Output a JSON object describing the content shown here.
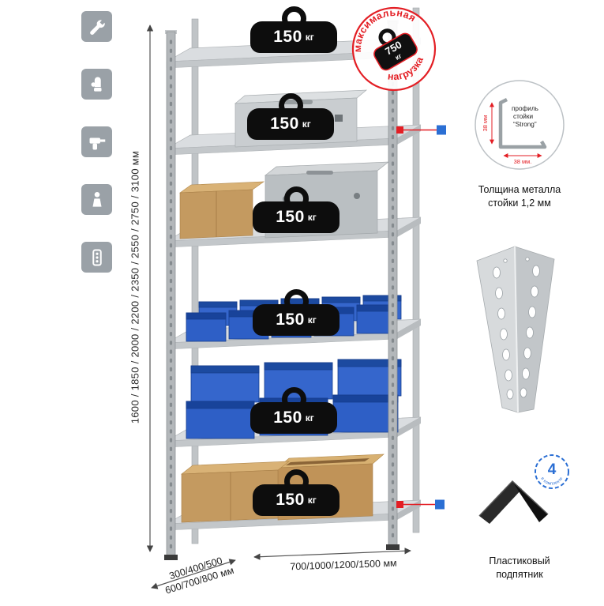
{
  "side_icons": [
    {
      "icon": "wrench-icon"
    },
    {
      "icon": "glove-icon"
    },
    {
      "icon": "drill-icon"
    },
    {
      "icon": "person-icon"
    },
    {
      "icon": "level-icon"
    }
  ],
  "dimensions": {
    "height": "1600 / 1850 / 2000 / 2200 / 2350 / 2550 / 2750 / 3100 мм",
    "depth_line1": "300/400/500",
    "depth_line2": "600/700/800 мм",
    "width": "700/1000/1200/1500 мм"
  },
  "shelves": [
    {
      "load_value": "150",
      "load_unit": "кг"
    },
    {
      "load_value": "150",
      "load_unit": "кг"
    },
    {
      "load_value": "150",
      "load_unit": "кг"
    },
    {
      "load_value": "150",
      "load_unit": "кг"
    },
    {
      "load_value": "150",
      "load_unit": "кг"
    },
    {
      "load_value": "150",
      "load_unit": "кг"
    }
  ],
  "stamp": {
    "arc_top": "максимальная",
    "arc_bottom": "нагрузка",
    "value": "750",
    "unit": "кг"
  },
  "profile_detail": {
    "dim_left": "38 мм",
    "dim_bottom": "38 мм.",
    "label_line1": "профиль",
    "label_line2": "стойки",
    "label_line3": "“Strong”",
    "caption_line1": "Толщина металла",
    "caption_line2": "стойки 1,2 мм"
  },
  "foot_detail": {
    "badge_value": "4",
    "badge_text": "в комплекте",
    "caption_line1": "Пластиковый",
    "caption_line2": "подпятник"
  },
  "colors": {
    "accent_red": "#e31e24",
    "accent_blue": "#2b6fd4",
    "tile_gray": "#9aa1a7",
    "weight_black": "#0d0d0d",
    "bin_blue": "#2e5fc6",
    "box_tan": "#c49a60"
  }
}
